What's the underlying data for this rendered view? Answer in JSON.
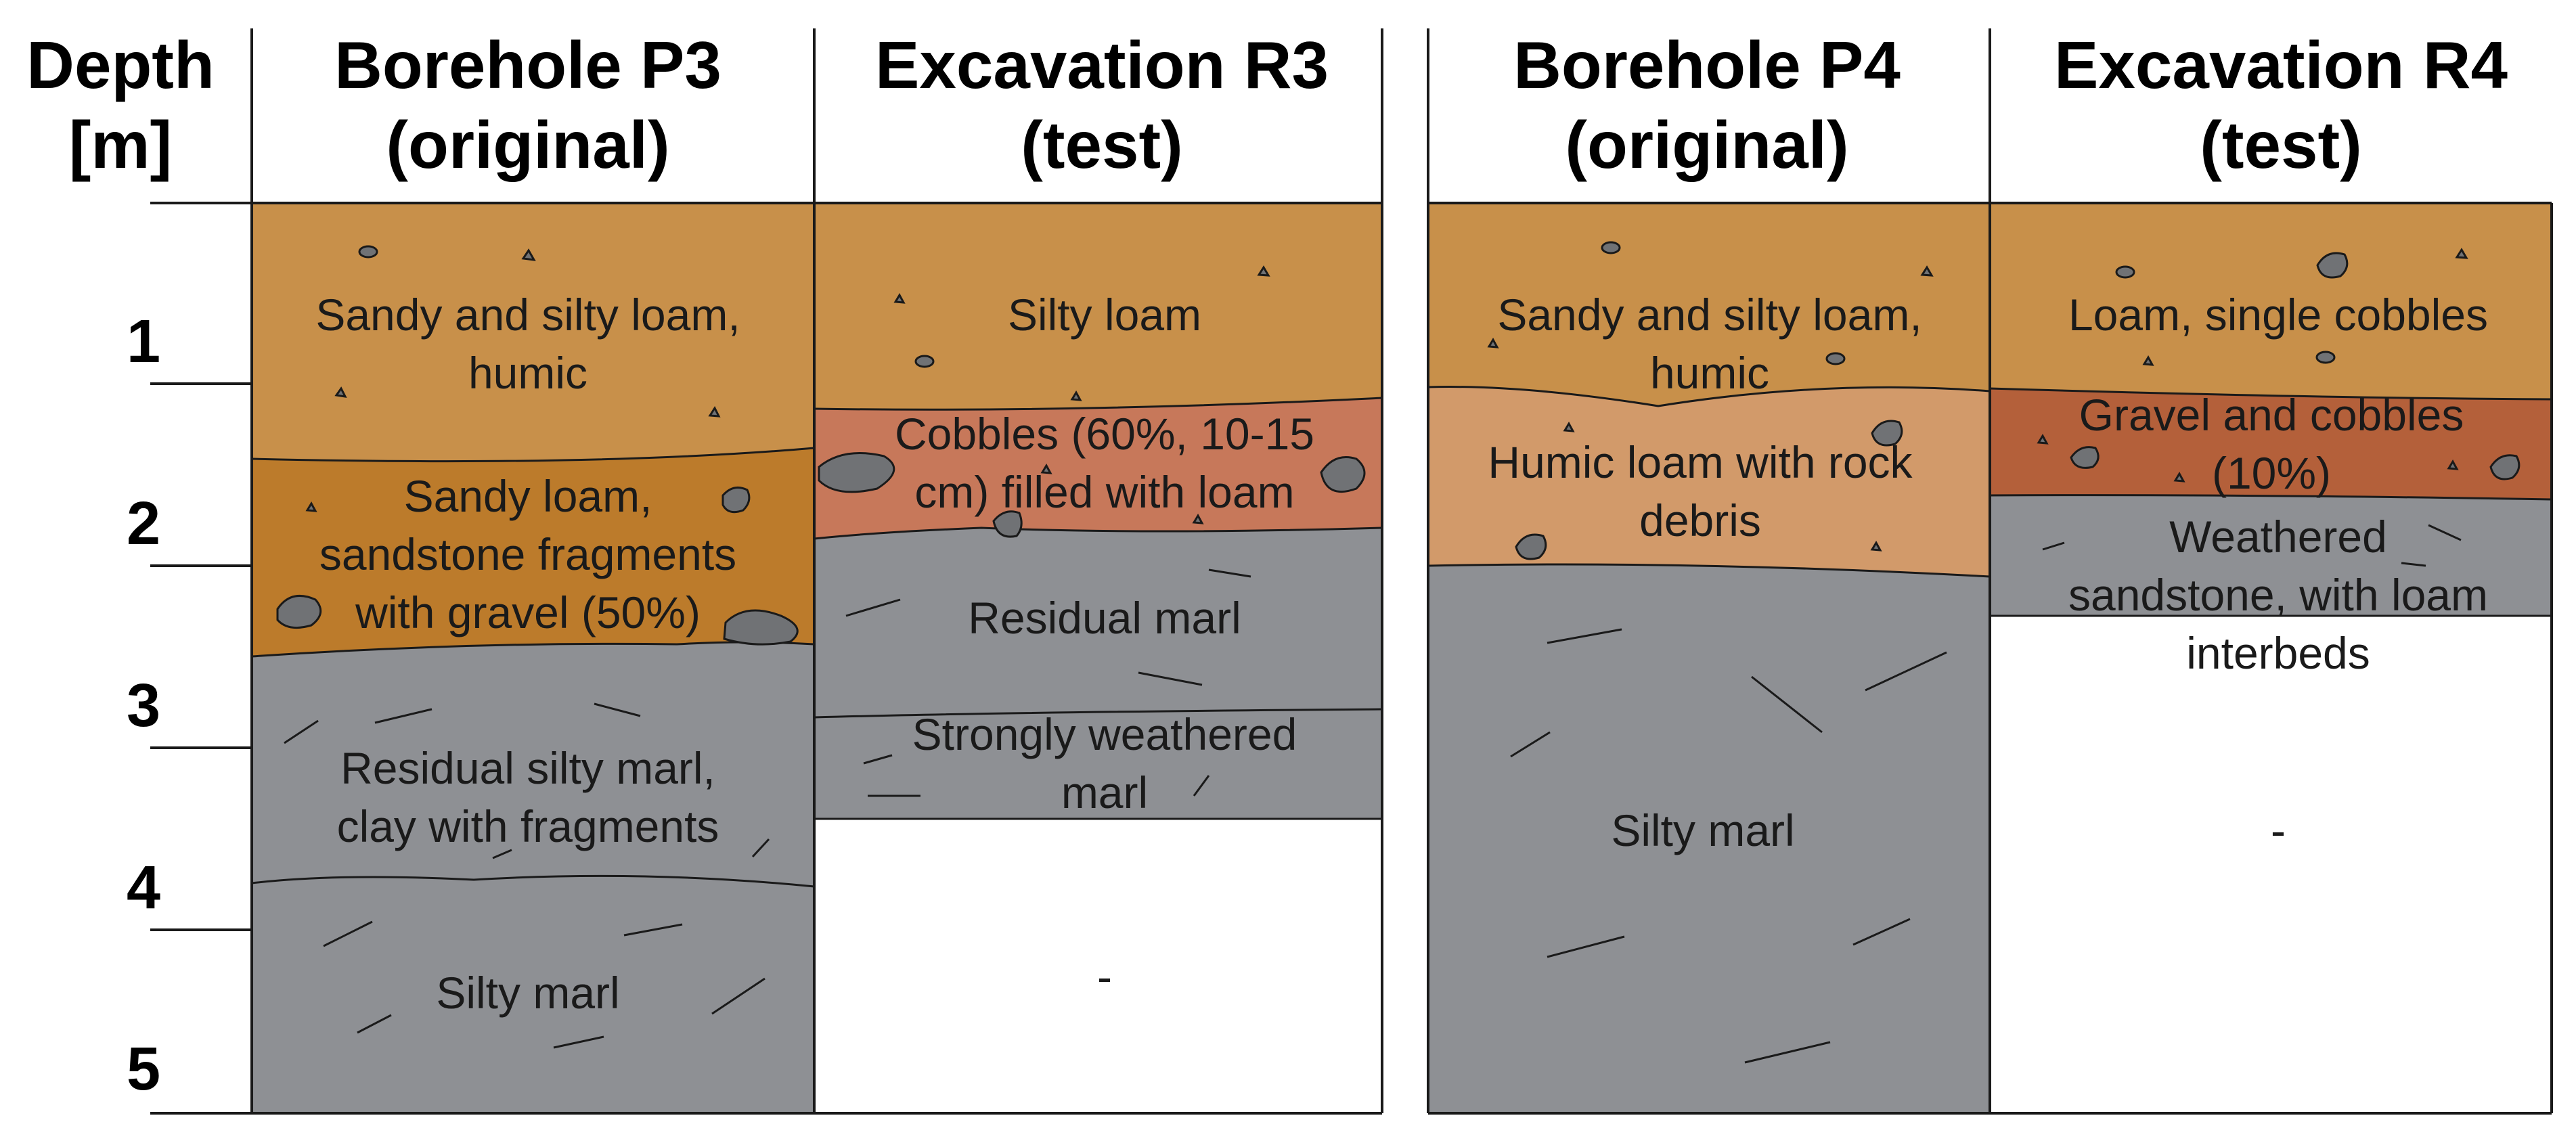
{
  "depth_axis": {
    "title_line1": "Depth",
    "title_line2": "[m]",
    "ticks": [
      "1",
      "2",
      "3",
      "4",
      "5"
    ]
  },
  "columns": [
    {
      "id": "p3",
      "title_line1": "Borehole P3",
      "title_line2": "(original)",
      "layers": [
        {
          "lines": [
            "Sandy and silty loam,",
            "humic"
          ],
          "fill": "#C8904A"
        },
        {
          "lines": [
            "Sandy loam,",
            "sandstone fragments",
            "with gravel (50%)"
          ],
          "fill": "#BC7B2B"
        },
        {
          "lines": [
            "Residual silty marl,",
            "clay with fragments"
          ],
          "fill": "#8E9094"
        },
        {
          "lines": [
            "Silty marl"
          ],
          "fill": "#8E9094"
        }
      ]
    },
    {
      "id": "r3",
      "title_line1": "Excavation R3",
      "title_line2": "(test)",
      "layers": [
        {
          "lines": [
            "Silty loam"
          ],
          "fill": "#C8904A"
        },
        {
          "lines": [
            "Cobbles (60%, 10-15",
            "cm) filled with loam"
          ],
          "fill": "#C7785A"
        },
        {
          "lines": [
            "Residual marl"
          ],
          "fill": "#8E9094"
        },
        {
          "lines": [
            "Strongly weathered",
            "marl"
          ],
          "fill": "#8E9094"
        },
        {
          "lines": [
            "-"
          ],
          "fill": "#FFFFFF"
        }
      ]
    },
    {
      "id": "p4",
      "title_line1": "Borehole P4",
      "title_line2": "(original)",
      "layers": [
        {
          "lines": [
            "Sandy and silty loam,",
            "humic"
          ],
          "fill": "#C8904A"
        },
        {
          "lines": [
            "Humic loam with rock",
            "debris"
          ],
          "fill": "#D29A6A"
        },
        {
          "lines": [
            "Silty marl"
          ],
          "fill": "#8E9094"
        }
      ]
    },
    {
      "id": "r4",
      "title_line1": "Excavation R4",
      "title_line2": "(test)",
      "layers": [
        {
          "lines": [
            "Loam, single cobbles"
          ],
          "fill": "#C8904A"
        },
        {
          "lines": [
            "Gravel and cobbles",
            "(10%)"
          ],
          "fill": "#B4603A"
        },
        {
          "lines": [
            "Weathered",
            "sandstone, with loam",
            "interbeds"
          ],
          "fill": "#8E9094"
        },
        {
          "lines": [
            "-"
          ],
          "fill": "#FFFFFF"
        }
      ]
    }
  ],
  "colors": {
    "stone": "#707275",
    "line": "#1a1a1a"
  }
}
